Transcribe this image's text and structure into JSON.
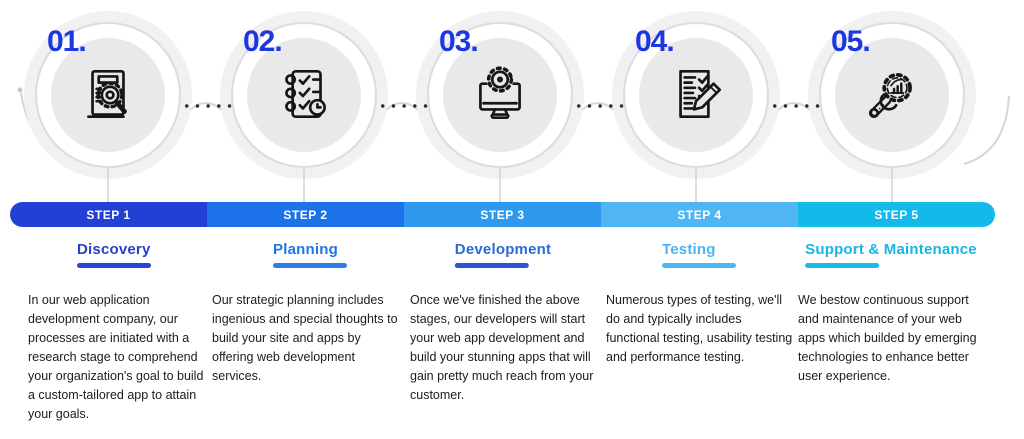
{
  "diagram": {
    "number_color": "#1c38e2",
    "line_color": "#d6d6d6",
    "dot_color": "#2e2e2e",
    "circle_fill": "#e9e9e9",
    "icon_stroke": "#161616"
  },
  "steps": [
    {
      "number": "01.",
      "banner_label": "STEP 1",
      "banner_color": "#2240d4",
      "title": "Discovery",
      "title_color": "#2b3ec9",
      "underline_color": "#2746d8",
      "icon": "document-research-magnifier-gear-icon",
      "description": "In our web application development company, our processes are initiated with a research stage to comprehend your organization's goal to build a custom-tailored app to attain your goals."
    },
    {
      "number": "02.",
      "banner_label": "STEP 2",
      "banner_color": "#1c72e8",
      "title": "Planning",
      "title_color": "#1f75e8",
      "underline_color": "#2e7ee8",
      "icon": "checklist-clock-icon",
      "description": "Our strategic planning includes ingenious and special thoughts to build your site and apps by offering web development services."
    },
    {
      "number": "03.",
      "banner_label": "STEP 3",
      "banner_color": "#2f99f0",
      "title": "Development",
      "title_color": "#2a6bd8",
      "underline_color": "#2b55d4",
      "icon": "monitor-gear-icon",
      "description": "Once we've finished the above stages, our developers will start your web app development and build your stunning apps that will gain pretty much reach from your customer."
    },
    {
      "number": "04.",
      "banner_label": "STEP 4",
      "banner_color": "#4fb6f3",
      "title": "Testing",
      "title_color": "#4cb5f2",
      "underline_color": "#4cb9f5",
      "icon": "test-sheet-pencil-icon",
      "description": "Numerous types of testing, we'll do and typically includes functional testing, usability testing and performance testing."
    },
    {
      "number": "05.",
      "banner_label": "STEP 5",
      "banner_color": "#12b9ea",
      "title": "Support & Maintenance",
      "title_color": "#15b5e6",
      "underline_color": "#17bae9",
      "icon": "wrench-gear-analytics-icon",
      "description": "We bestow continuous support and maintenance of your web apps which builded by emerging technologies to enhance better user experience."
    }
  ]
}
